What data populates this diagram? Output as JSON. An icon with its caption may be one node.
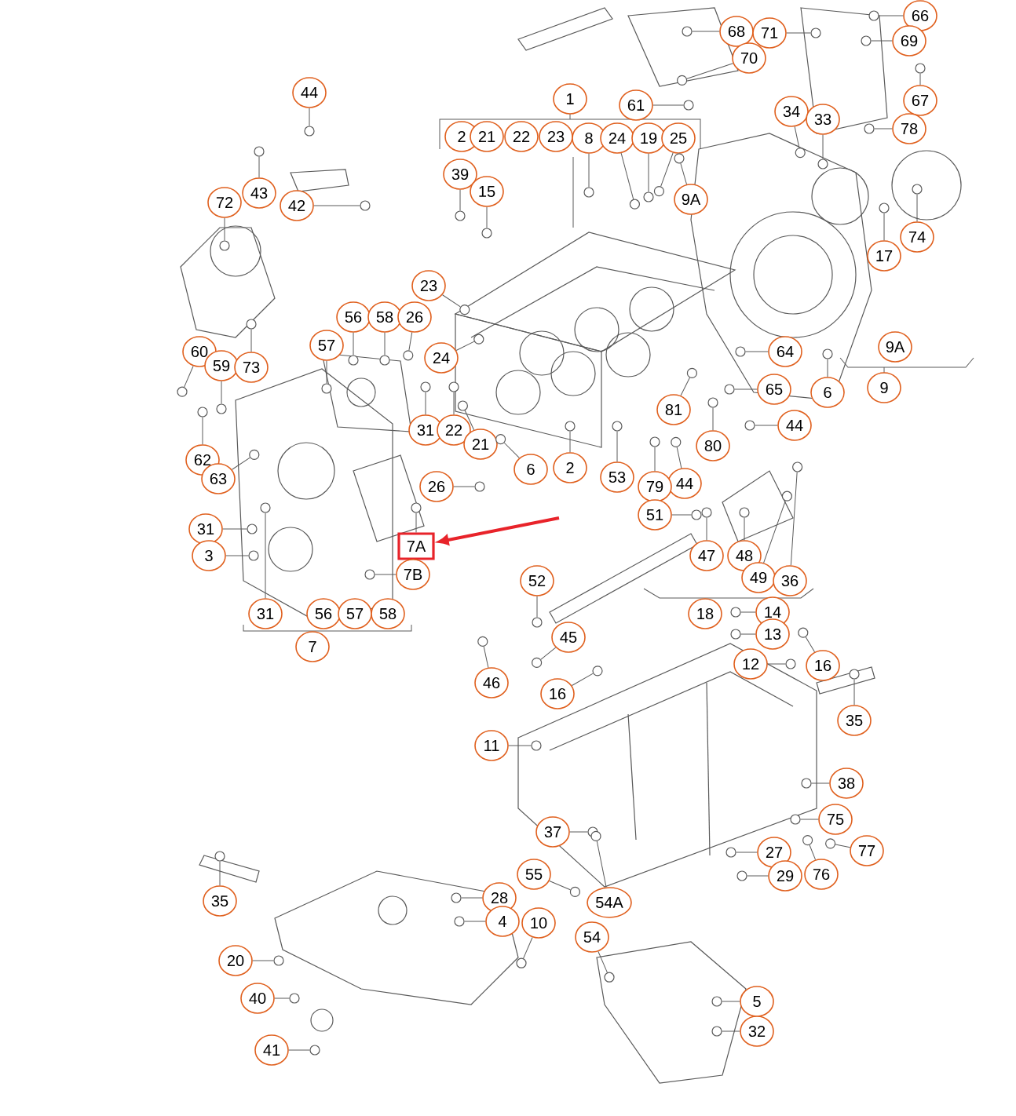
{
  "diagram": {
    "nodes": [
      {
        "text": [
          "66"
        ]
      },
      {
        "text": [
          "68"
        ]
      },
      {
        "text": [
          "71"
        ]
      },
      {
        "text": [
          "69"
        ]
      },
      {
        "text": [
          "70"
        ]
      },
      {
        "text": [
          "44"
        ]
      },
      {
        "text": [
          "1"
        ]
      },
      {
        "text": [
          "67"
        ]
      },
      {
        "text": [
          "61"
        ]
      },
      {
        "text": [
          "34"
        ]
      },
      {
        "text": [
          "33"
        ]
      },
      {
        "text": [
          "78"
        ]
      },
      {
        "text": [
          "2"
        ]
      },
      {
        "text": [
          "21"
        ]
      },
      {
        "text": [
          "22"
        ]
      },
      {
        "text": [
          "23"
        ]
      },
      {
        "text": [
          "8"
        ]
      },
      {
        "text": [
          "24"
        ]
      },
      {
        "text": [
          "19"
        ]
      },
      {
        "text": [
          "25"
        ]
      },
      {
        "text": [
          "39"
        ]
      },
      {
        "text": [
          "15"
        ]
      },
      {
        "text": [
          "43"
        ]
      },
      {
        "text": [
          "72"
        ]
      },
      {
        "text": [
          "9A"
        ]
      },
      {
        "text": [
          "42"
        ]
      },
      {
        "text": [
          "74"
        ]
      },
      {
        "text": [
          "17"
        ]
      },
      {
        "text": [
          "23"
        ]
      },
      {
        "text": [
          "56"
        ]
      },
      {
        "text": [
          "58"
        ]
      },
      {
        "text": [
          "26"
        ]
      },
      {
        "text": [
          "57"
        ]
      },
      {
        "text": [
          "60"
        ]
      },
      {
        "text": [
          "64"
        ]
      },
      {
        "text": [
          "9A"
        ]
      },
      {
        "text": [
          "24"
        ]
      },
      {
        "text": [
          "59"
        ]
      },
      {
        "text": [
          "73"
        ]
      },
      {
        "text": [
          "9"
        ]
      },
      {
        "text": [
          "65"
        ]
      },
      {
        "text": [
          "6"
        ]
      },
      {
        "text": [
          "81"
        ]
      },
      {
        "text": [
          "44"
        ]
      },
      {
        "text": [
          "31"
        ]
      },
      {
        "text": [
          "22"
        ]
      },
      {
        "text": [
          "21"
        ]
      },
      {
        "text": [
          "80"
        ]
      },
      {
        "text": [
          "62"
        ]
      },
      {
        "text": [
          "2"
        ]
      },
      {
        "text": [
          "6"
        ]
      },
      {
        "text": [
          "53"
        ]
      },
      {
        "text": [
          "63"
        ]
      },
      {
        "text": [
          "44"
        ]
      },
      {
        "text": [
          "79"
        ]
      },
      {
        "text": [
          "26"
        ]
      },
      {
        "text": [
          "51"
        ]
      },
      {
        "text": [
          "31"
        ]
      },
      {
        "text": [
          "7A"
        ]
      },
      {
        "text": [
          "3"
        ]
      },
      {
        "text": [
          "47"
        ]
      },
      {
        "text": [
          "48"
        ]
      },
      {
        "text": [
          "7B"
        ]
      },
      {
        "text": [
          "49"
        ]
      },
      {
        "text": [
          "36"
        ]
      },
      {
        "text": [
          "52"
        ]
      },
      {
        "text": [
          "14"
        ]
      },
      {
        "text": [
          "18"
        ]
      },
      {
        "text": [
          "31"
        ]
      },
      {
        "text": [
          "56"
        ]
      },
      {
        "text": [
          "57"
        ]
      },
      {
        "text": [
          "58"
        ]
      },
      {
        "text": [
          "13"
        ]
      },
      {
        "text": [
          "45"
        ]
      },
      {
        "text": [
          "7"
        ]
      },
      {
        "text": [
          "12"
        ]
      },
      {
        "text": [
          "16"
        ]
      },
      {
        "text": [
          "46"
        ]
      },
      {
        "text": [
          "16"
        ]
      },
      {
        "text": [
          "35"
        ]
      },
      {
        "text": [
          "11"
        ]
      },
      {
        "text": [
          "38"
        ]
      },
      {
        "text": [
          "75"
        ]
      },
      {
        "text": [
          "37"
        ]
      },
      {
        "text": [
          "77"
        ]
      },
      {
        "text": [
          "27"
        ]
      },
      {
        "text": [
          "55"
        ]
      },
      {
        "text": [
          "76"
        ]
      },
      {
        "text": [
          "29"
        ]
      },
      {
        "text": [
          "28"
        ]
      },
      {
        "text": [
          "35"
        ]
      },
      {
        "text": [
          "54A"
        ]
      },
      {
        "text": [
          "4"
        ]
      },
      {
        "text": [
          "10"
        ]
      },
      {
        "text": [
          "54"
        ]
      },
      {
        "text": [
          "20"
        ]
      },
      {
        "text": [
          "40"
        ]
      },
      {
        "text": [
          "5"
        ]
      },
      {
        "text": [
          "32"
        ]
      },
      {
        "text": [
          "41"
        ]
      },
      {
        "text": [],
        "shape": "circle"
      },
      {
        "text": [],
        "shape": "circle"
      },
      {
        "text": [],
        "shape": "circle"
      },
      {
        "text": [],
        "shape": "circle"
      },
      {
        "text": [],
        "shape": "circle"
      },
      {
        "text": [],
        "shape": "circle"
      },
      {
        "text": [],
        "shape": "circle"
      },
      {
        "text": [],
        "shape": "circle"
      },
      {
        "text": [],
        "shape": "circle"
      },
      {
        "text": [],
        "shape": "circle"
      },
      {
        "text": [],
        "shape": "circle"
      },
      {
        "text": [],
        "shape": "circle"
      },
      {
        "text": [],
        "shape": "circle"
      },
      {
        "text": [],
        "shape": "circle"
      },
      {
        "text": [],
        "shape": "circle"
      },
      {
        "text": [],
        "shape": "circle"
      },
      {
        "text": [],
        "shape": "circle"
      },
      {
        "text": [],
        "shape": "circle"
      },
      {
        "text": [],
        "shape": "circle"
      },
      {
        "text": [],
        "shape": "circle"
      },
      {
        "text": [],
        "shape": "circle"
      },
      {
        "text": [],
        "shape": "circle"
      },
      {
        "text": [],
        "shape": "circle"
      },
      {
        "text": [],
        "shape": "circle"
      },
      {
        "text": [],
        "shape": "circle"
      },
      {
        "text": [],
        "shape": "circle"
      },
      {
        "text": [],
        "shape": "circle"
      },
      {
        "text": [],
        "shape": "circle"
      },
      {
        "text": [],
        "shape": "circle"
      },
      {
        "text": [],
        "shape": "circle"
      },
      {
        "text": [],
        "shape": "circle"
      },
      {
        "text": [],
        "shape": "circle"
      },
      {
        "text": [],
        "shape": "circle"
      },
      {
        "text": [],
        "shape": "circle"
      },
      {
        "text": [],
        "shape": "circle"
      },
      {
        "text": [],
        "shape": "circle"
      },
      {
        "text": [],
        "shape": "circle"
      },
      {
        "text": [],
        "shape": "circle"
      },
      {
        "text": [],
        "shape": "circle"
      },
      {
        "text": [],
        "shape": "circle"
      },
      {
        "text": [],
        "shape": "circle"
      },
      {
        "text": [],
        "shape": "circle"
      },
      {
        "text": [],
        "shape": "circle"
      },
      {
        "text": [],
        "shape": "circle"
      },
      {
        "text": [],
        "shape": "circle"
      },
      {
        "text": [],
        "shape": "circle"
      },
      {
        "text": [],
        "shape": "circle"
      },
      {
        "text": [],
        "shape": "circle"
      },
      {
        "text": [],
        "shape": "circle"
      },
      {
        "text": [],
        "shape": "circle"
      },
      {
        "text": [],
        "shape": "circle"
      },
      {
        "text": [],
        "shape": "circle"
      },
      {
        "text": [],
        "shape": "circle"
      },
      {
        "text": [],
        "shape": "circle"
      },
      {
        "text": [],
        "shape": "circle"
      },
      {
        "text": [],
        "shape": "circle"
      },
      {
        "text": [],
        "shape": "circle"
      },
      {
        "text": [],
        "shape": "circle"
      },
      {
        "text": [],
        "shape": "circle"
      },
      {
        "text": [],
        "shape": "circle"
      },
      {
        "text": [],
        "shape": "circle"
      },
      {
        "text": [],
        "shape": "circle"
      },
      {
        "text": [],
        "shape": "circle"
      },
      {
        "text": [],
        "shape": "circle"
      },
      {
        "text": [],
        "shape": "circle"
      },
      {
        "text": [],
        "shape": "circle"
      },
      {
        "text": [],
        "shape": "circle"
      },
      {
        "text": [],
        "shape": "circle"
      },
      {
        "text": [],
        "shape": "circle"
      },
      {
        "text": [],
        "shape": "circle"
      },
      {
        "text": [],
        "shape": "circle"
      },
      {
        "text": [],
        "shape": "circle"
      },
      {
        "text": [],
        "shape": "circle"
      },
      {
        "text": [],
        "shape": "circle"
      },
      {
        "text": [],
        "shape": "circle"
      },
      {
        "text": [],
        "shape": "circle"
      },
      {
        "text": [],
        "shape": "circle"
      },
      {
        "text": [],
        "shape": "circle"
      },
      {
        "text": [],
        "shape": "circle"
      },
      {
        "text": [],
        "shape": "circle"
      },
      {
        "text": [],
        "shape": "circle"
      },
      {
        "text": [],
        "shape": "circle"
      },
      {
        "text": [],
        "shape": "circle"
      },
      {
        "text": [],
        "shape": "circle"
      },
      {
        "text": [],
        "shape": "circle"
      },
      {
        "text": [],
        "shape": "circle"
      },
      {
        "text": [],
        "shape": "circle"
      },
      {
        "text": [],
        "shape": "circle"
      }
    ],
    "edges": [
      {
        "from": 0,
        "to": 100,
        "arrow": "none"
      },
      {
        "from": 1,
        "to": 101,
        "arrow": "none"
      },
      {
        "from": 2,
        "to": 102,
        "arrow": "none"
      },
      {
        "from": 3,
        "to": 103,
        "arrow": "none"
      },
      {
        "from": 4,
        "to": 104,
        "arrow": "none"
      },
      {
        "from": 5,
        "to": 105,
        "arrow": "none"
      },
      {
        "from": 7,
        "to": 106,
        "arrow": "none"
      },
      {
        "from": 8,
        "to": 107,
        "arrow": "none"
      },
      {
        "from": 9,
        "to": 108,
        "arrow": "none"
      },
      {
        "from": 10,
        "to": 109,
        "arrow": "none"
      },
      {
        "from": 11,
        "to": 110,
        "arrow": "none"
      },
      {
        "from": 16,
        "to": 111,
        "arrow": "none"
      },
      {
        "from": 17,
        "to": 112,
        "arrow": "none"
      },
      {
        "from": 18,
        "to": 113,
        "arrow": "none"
      },
      {
        "from": 19,
        "to": 114,
        "arrow": "none"
      },
      {
        "from": 20,
        "to": 115,
        "arrow": "none"
      },
      {
        "from": 21,
        "to": 116,
        "arrow": "none"
      },
      {
        "from": 22,
        "to": 117,
        "arrow": "none"
      },
      {
        "from": 23,
        "to": 118,
        "arrow": "none"
      },
      {
        "from": 24,
        "to": 119,
        "arrow": "none"
      },
      {
        "from": 25,
        "to": 120,
        "arrow": "none"
      },
      {
        "from": 26,
        "to": 121,
        "arrow": "none"
      },
      {
        "from": 27,
        "to": 122,
        "arrow": "none"
      },
      {
        "from": 28,
        "to": 123,
        "arrow": "none"
      },
      {
        "from": 29,
        "to": 124,
        "arrow": "none"
      },
      {
        "from": 30,
        "to": 125,
        "arrow": "none"
      },
      {
        "from": 31,
        "to": 126,
        "arrow": "none"
      },
      {
        "from": 32,
        "to": 127,
        "arrow": "none"
      },
      {
        "from": 33,
        "to": 128,
        "arrow": "none"
      },
      {
        "from": 34,
        "to": 129,
        "arrow": "none"
      },
      {
        "from": 36,
        "to": 130,
        "arrow": "none"
      },
      {
        "from": 37,
        "to": 131,
        "arrow": "none"
      },
      {
        "from": 38,
        "to": 132,
        "arrow": "none"
      },
      {
        "from": 40,
        "to": 133,
        "arrow": "none"
      },
      {
        "from": 41,
        "to": 134,
        "arrow": "none"
      },
      {
        "from": 42,
        "to": 135,
        "arrow": "none"
      },
      {
        "from": 43,
        "to": 136,
        "arrow": "none"
      },
      {
        "from": 44,
        "to": 137,
        "arrow": "none"
      },
      {
        "from": 45,
        "to": 138,
        "arrow": "none"
      },
      {
        "from": 46,
        "to": 139,
        "arrow": "none"
      },
      {
        "from": 47,
        "to": 140,
        "arrow": "none"
      },
      {
        "from": 48,
        "to": 141,
        "arrow": "none"
      },
      {
        "from": 49,
        "to": 142,
        "arrow": "none"
      },
      {
        "from": 50,
        "to": 143,
        "arrow": "none"
      },
      {
        "from": 51,
        "to": 144,
        "arrow": "none"
      },
      {
        "from": 52,
        "to": 145,
        "arrow": "none"
      },
      {
        "from": 53,
        "to": 146,
        "arrow": "none"
      },
      {
        "from": 54,
        "to": 147,
        "arrow": "none"
      },
      {
        "from": 55,
        "to": 148,
        "arrow": "none"
      },
      {
        "from": 56,
        "to": 149,
        "arrow": "none"
      },
      {
        "from": 57,
        "to": 150,
        "arrow": "none"
      },
      {
        "from": 58,
        "to": 151,
        "arrow": "none"
      },
      {
        "from": 59,
        "to": 152,
        "arrow": "none"
      },
      {
        "from": 60,
        "to": 153,
        "arrow": "none"
      },
      {
        "from": 61,
        "to": 154,
        "arrow": "none"
      },
      {
        "from": 62,
        "to": 155,
        "arrow": "none"
      },
      {
        "from": 63,
        "to": 156,
        "arrow": "none"
      },
      {
        "from": 64,
        "to": 157,
        "arrow": "none"
      },
      {
        "from": 65,
        "to": 158,
        "arrow": "none"
      },
      {
        "from": 66,
        "to": 159,
        "arrow": "none"
      },
      {
        "from": 68,
        "to": 160,
        "arrow": "none"
      },
      {
        "from": 72,
        "to": 161,
        "arrow": "none"
      },
      {
        "from": 73,
        "to": 162,
        "arrow": "none"
      },
      {
        "from": 75,
        "to": 163,
        "arrow": "none"
      },
      {
        "from": 76,
        "to": 164,
        "arrow": "none"
      },
      {
        "from": 77,
        "to": 165,
        "arrow": "none"
      },
      {
        "from": 78,
        "to": 166,
        "arrow": "none"
      },
      {
        "from": 79,
        "to": 167,
        "arrow": "none"
      },
      {
        "from": 80,
        "to": 168,
        "arrow": "none"
      },
      {
        "from": 81,
        "to": 169,
        "arrow": "none"
      },
      {
        "from": 82,
        "to": 170,
        "arrow": "none"
      },
      {
        "from": 83,
        "to": 171,
        "arrow": "none"
      },
      {
        "from": 84,
        "to": 172,
        "arrow": "none"
      },
      {
        "from": 85,
        "to": 173,
        "arrow": "none"
      },
      {
        "from": 86,
        "to": 174,
        "arrow": "none"
      },
      {
        "from": 87,
        "to": 175,
        "arrow": "none"
      },
      {
        "from": 88,
        "to": 176,
        "arrow": "none"
      },
      {
        "from": 89,
        "to": 177,
        "arrow": "none"
      },
      {
        "from": 90,
        "to": 178,
        "arrow": "none"
      },
      {
        "from": 91,
        "to": 179,
        "arrow": "none"
      },
      {
        "from": 92,
        "to": 180,
        "arrow": "none"
      },
      {
        "from": 93,
        "to": 181,
        "arrow": "none"
      },
      {
        "from": 94,
        "to": 182,
        "arrow": "none"
      },
      {
        "from": 95,
        "to": 183,
        "arrow": "none"
      },
      {
        "from": 96,
        "to": 184,
        "arrow": "none"
      },
      {
        "from": 97,
        "to": 185,
        "arrow": "none"
      },
      {
        "from": 98,
        "to": 186,
        "arrow": "none"
      },
      {
        "from": 99,
        "to": 187,
        "arrow": "none"
      },
      {
        "from": null,
        "to": 58,
        "arrow": "to",
        "style": "thick",
        "color": "#e8232a"
      }
    ]
  }
}
